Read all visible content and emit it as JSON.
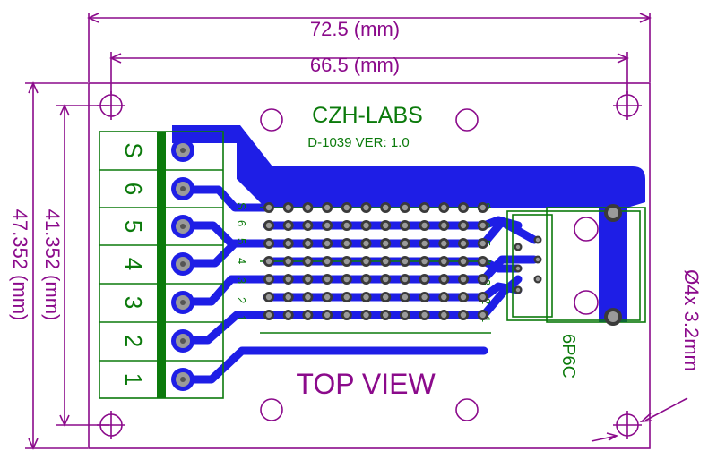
{
  "dimensions": {
    "outer_width": "72.5 (mm)",
    "inner_width": "66.5 (mm)",
    "outer_height": "47.352 (mm)",
    "inner_height": "41.352 (mm)",
    "hole_spec": "Ø4x 3.2mm"
  },
  "board": {
    "brand": "CZH-LABS",
    "model": "D-1039 VER: 1.0",
    "view_label": "TOP VIEW",
    "connector_label": "6P6C"
  },
  "terminal_labels": [
    "S",
    "6",
    "5",
    "4",
    "3",
    "2",
    "1"
  ],
  "pin_labels": [
    "S",
    "6",
    "5",
    "4",
    "3",
    "2",
    "1"
  ],
  "colors": {
    "dimension": "#8b0a8b",
    "silkscreen": "#0b7a0b",
    "copper": "#1e1ee6",
    "pad": "#9a9a9a",
    "board_outline": "#8b0a8b"
  }
}
